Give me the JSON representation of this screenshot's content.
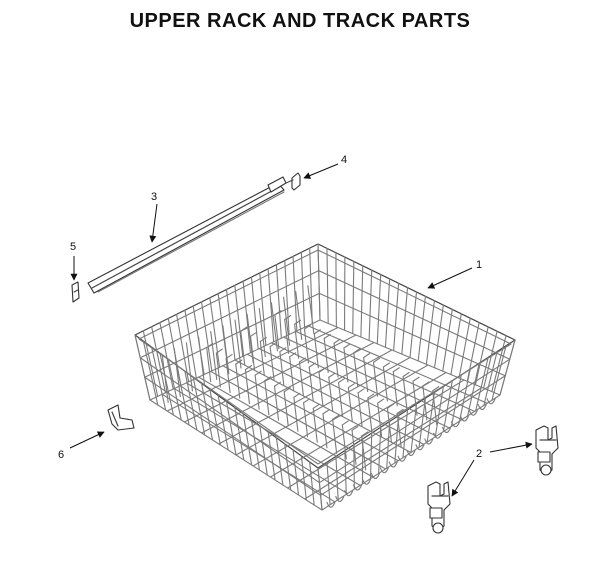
{
  "title": "UPPER RACK AND TRACK PARTS",
  "callouts": [
    {
      "id": "1",
      "label": "1",
      "part": "upper-rack"
    },
    {
      "id": "2",
      "label": "2",
      "part": "rack-adjuster"
    },
    {
      "id": "3",
      "label": "3",
      "part": "track"
    },
    {
      "id": "4",
      "label": "4",
      "part": "track-end-stop"
    },
    {
      "id": "5",
      "label": "5",
      "part": "track-end-cap"
    },
    {
      "id": "6",
      "label": "6",
      "part": "track-clip"
    }
  ],
  "colors": {
    "wire": "#7a7a7a",
    "outline": "#333333",
    "text": "#111111"
  }
}
